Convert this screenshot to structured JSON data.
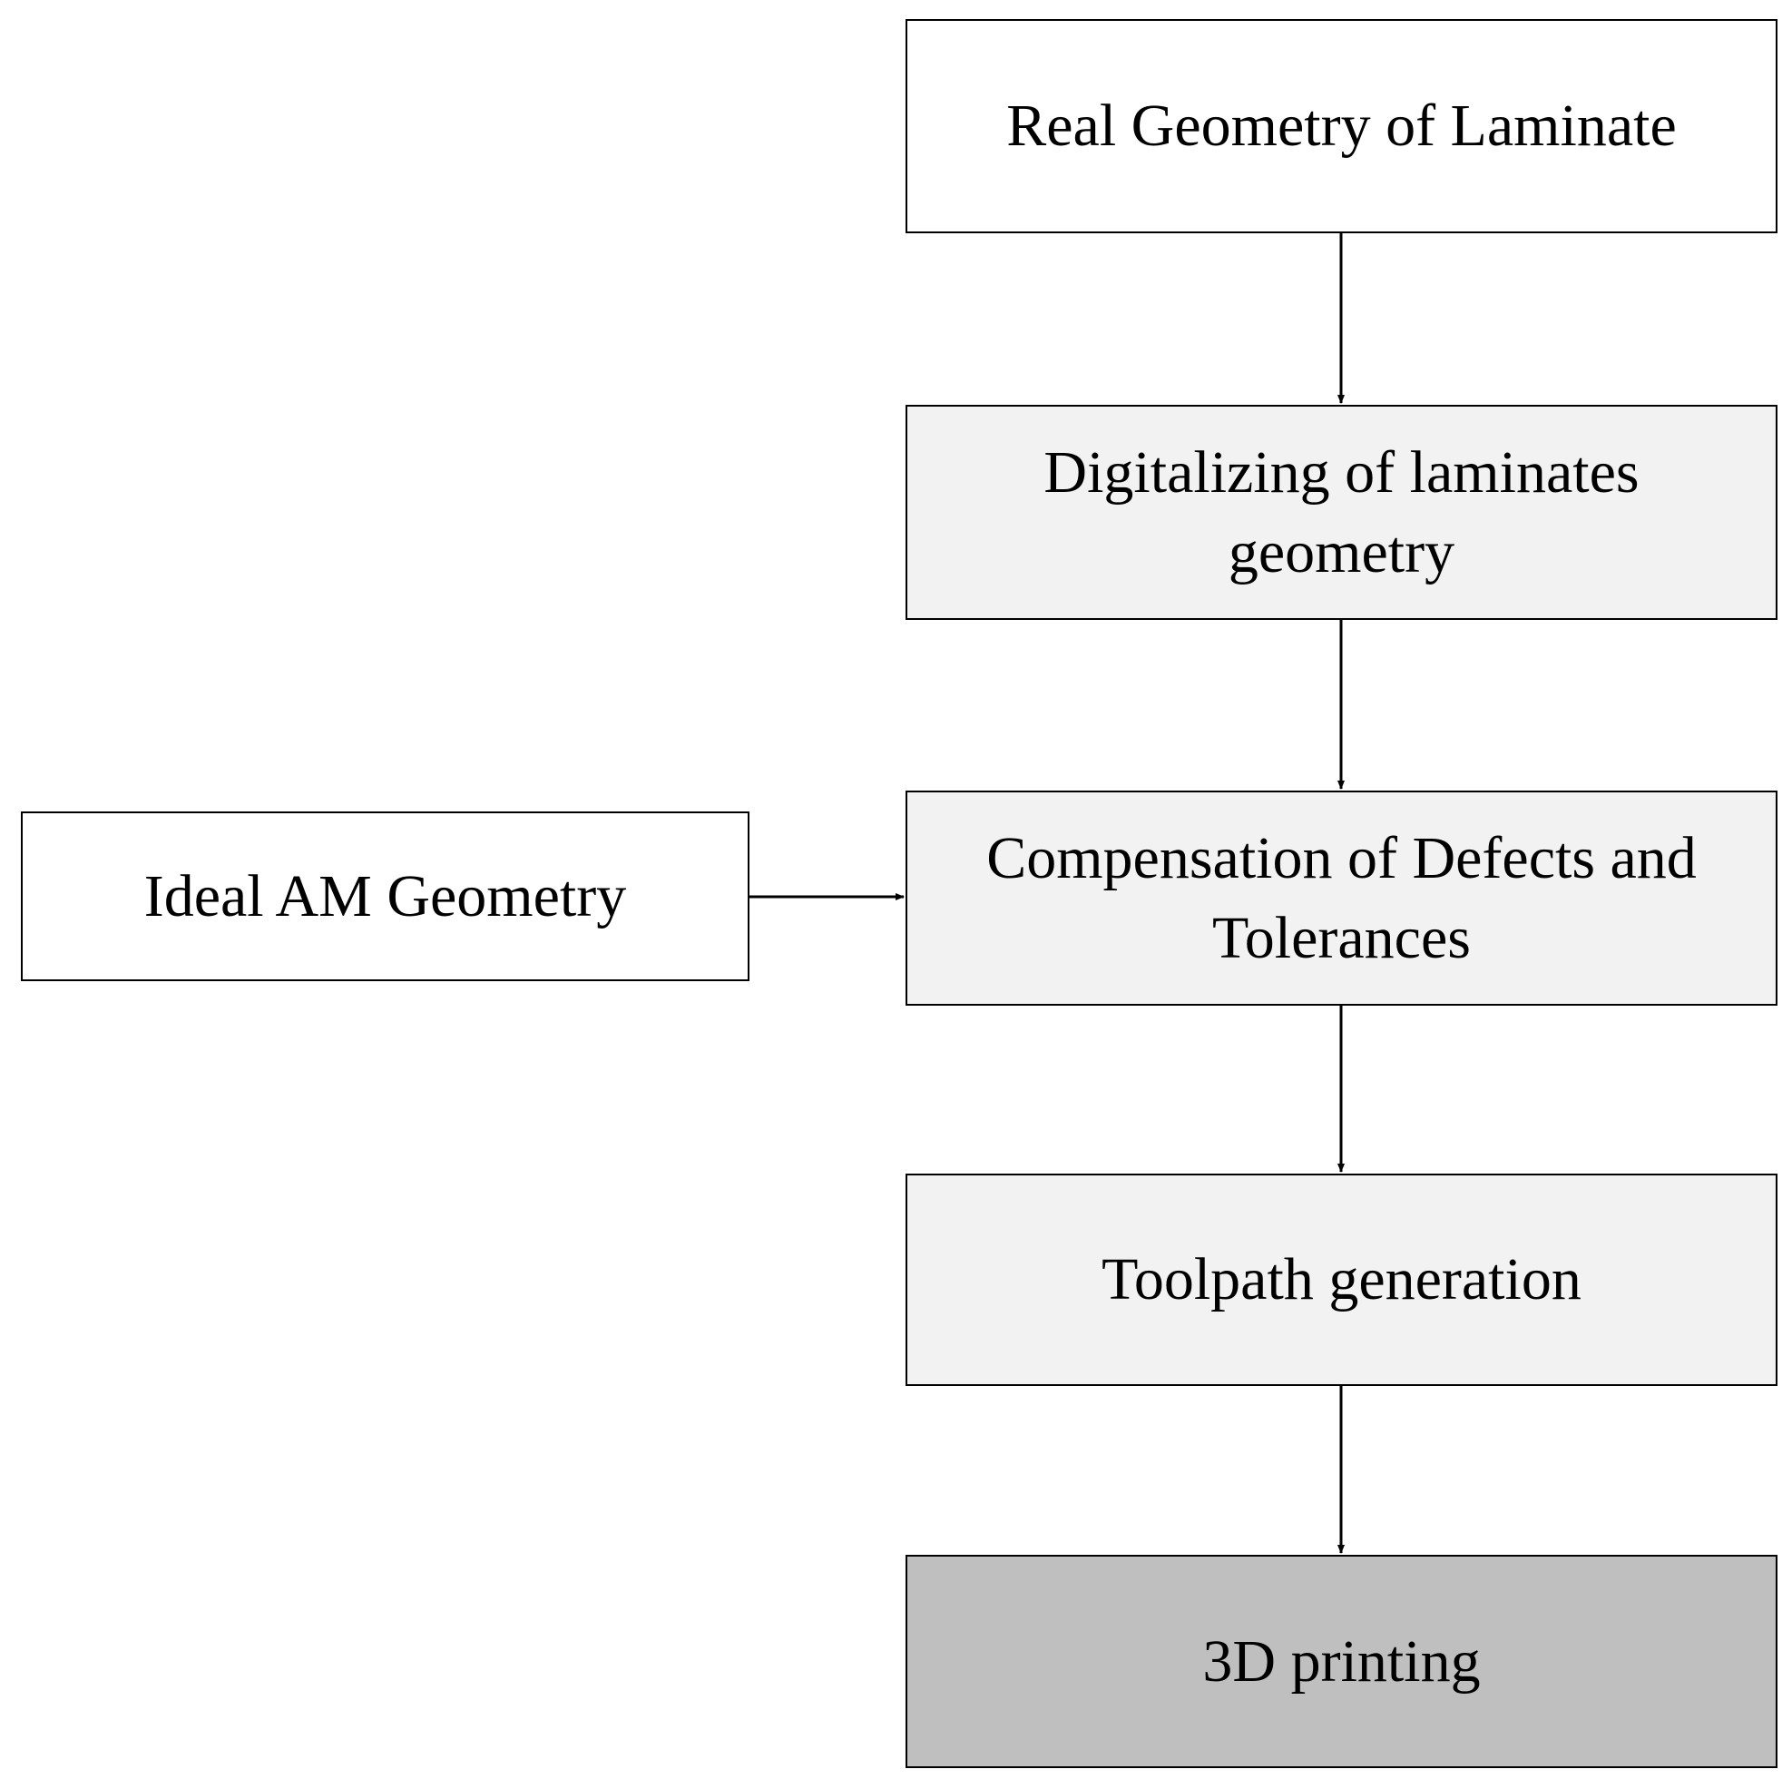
{
  "diagram": {
    "nodes": {
      "real_geometry": {
        "label": "Real Geometry of Laminate",
        "fill": "#ffffff"
      },
      "digitalizing": {
        "label": "Digitalizing of laminates geometry",
        "fill": "#f2f2f2"
      },
      "compensation": {
        "label": "Compensation of Defects and Tolerances",
        "fill": "#f2f2f2"
      },
      "toolpath": {
        "label": "Toolpath generation",
        "fill": "#f2f2f2"
      },
      "printing": {
        "label": "3D printing",
        "fill": "#bfbfbf"
      },
      "ideal_am": {
        "label": "Ideal AM Geometry",
        "fill": "#ffffff"
      }
    },
    "edges": [
      {
        "from": "real_geometry",
        "to": "digitalizing"
      },
      {
        "from": "digitalizing",
        "to": "compensation"
      },
      {
        "from": "ideal_am",
        "to": "compensation"
      },
      {
        "from": "compensation",
        "to": "toolpath"
      },
      {
        "from": "toolpath",
        "to": "printing"
      }
    ],
    "line_color": "#000000"
  }
}
